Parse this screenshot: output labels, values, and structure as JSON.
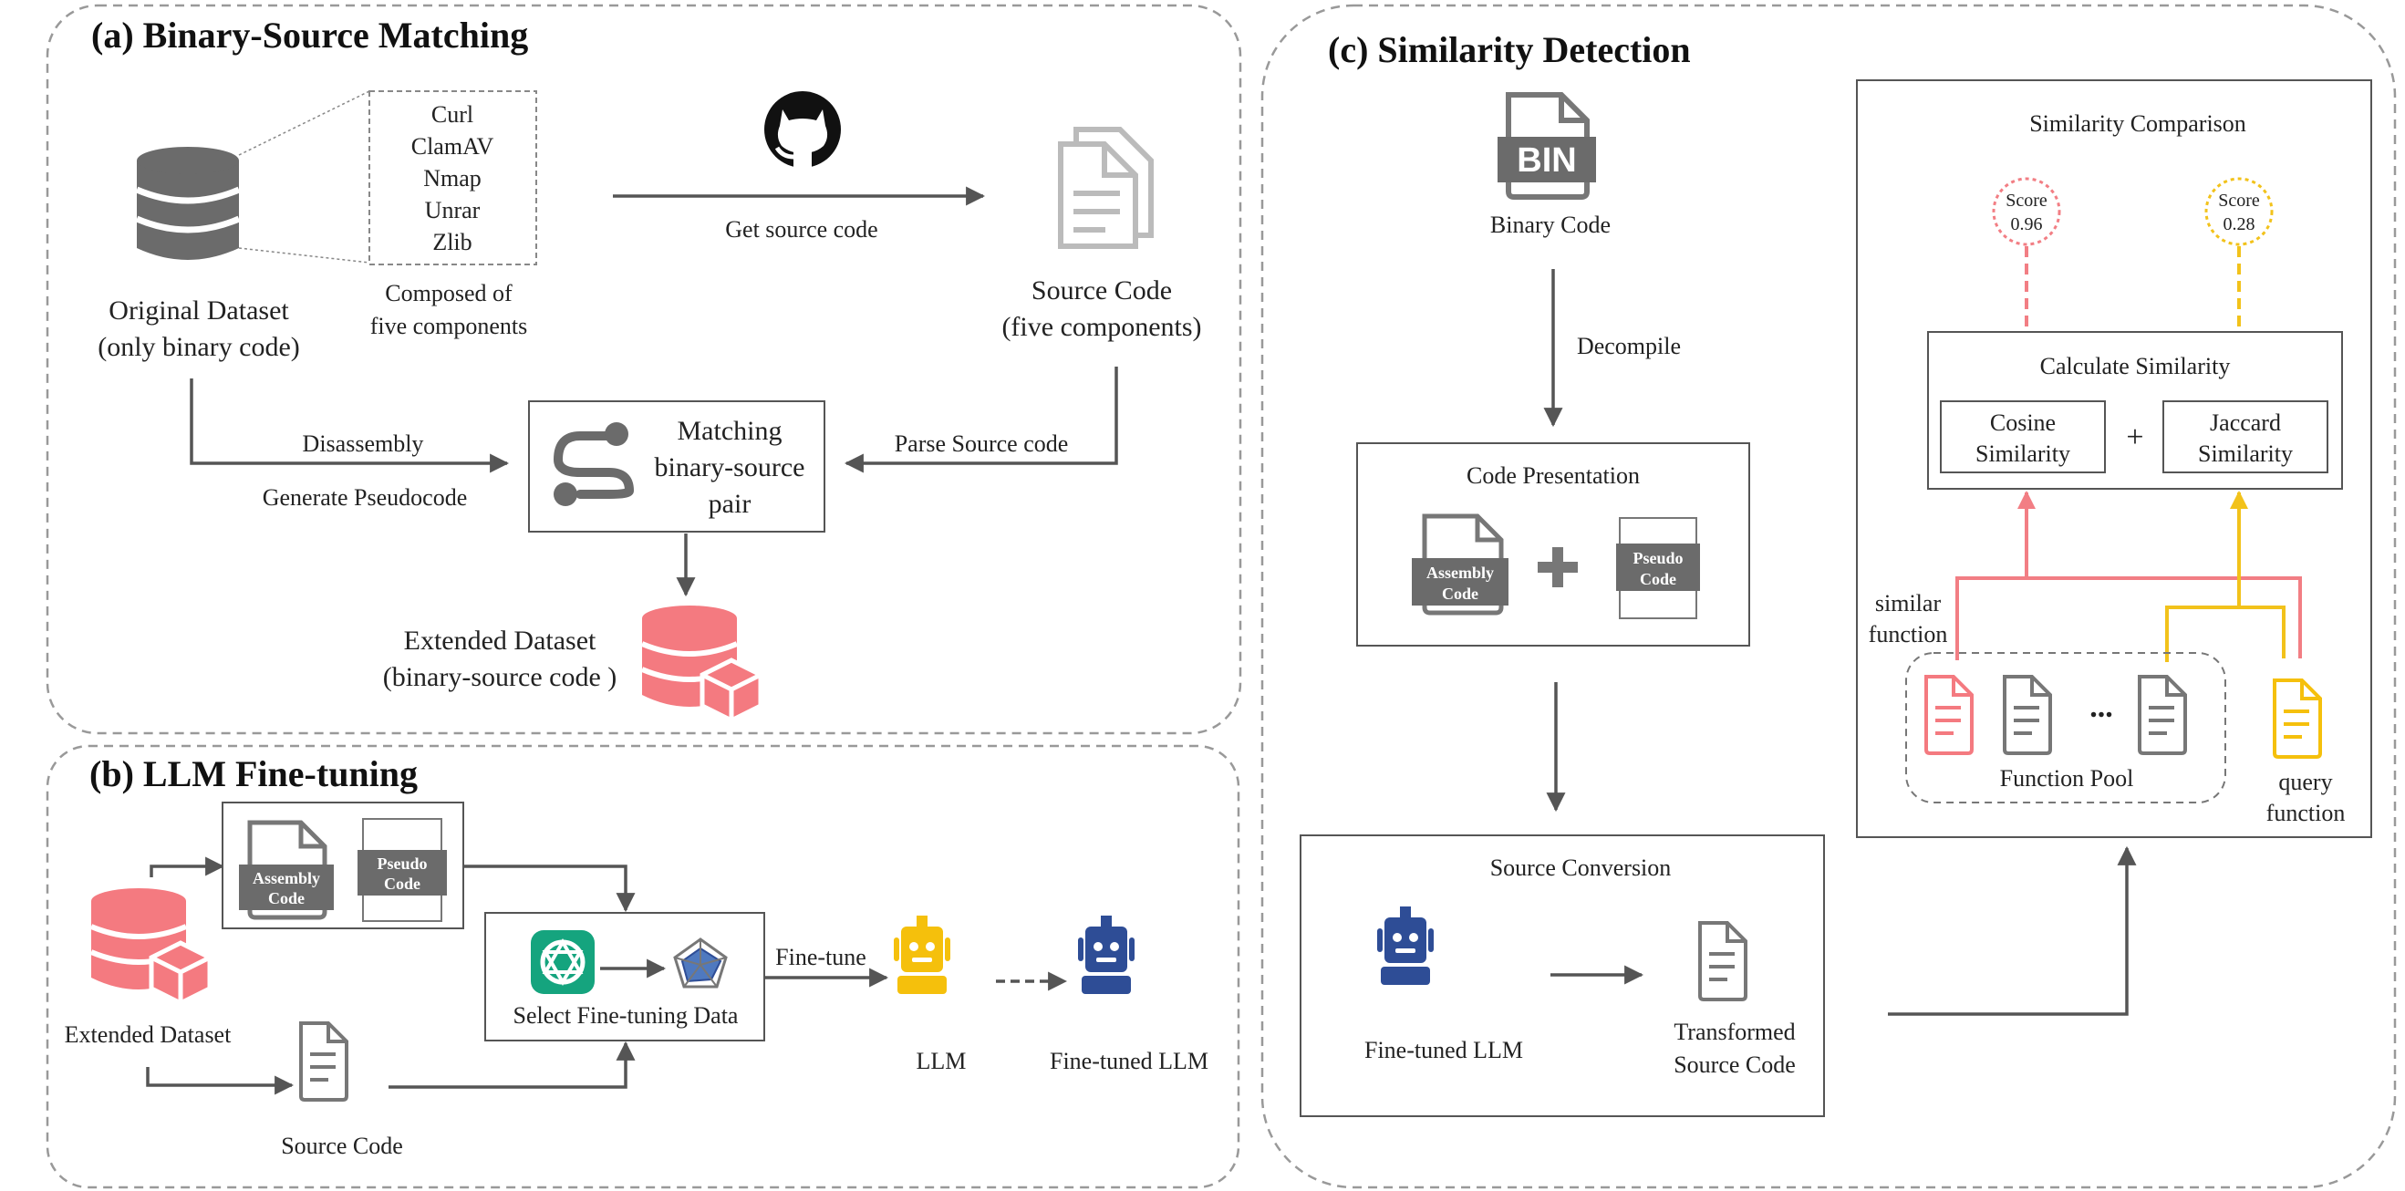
{
  "colors": {
    "accent_pink": "#f47a80",
    "accent_yellow": "#f5c00c",
    "accent_navy": "#2e4d96",
    "openai_green": "#15a47e",
    "gray_icon": "#6b6b6b",
    "line": "#555555"
  },
  "section_a": {
    "title": "(a) Binary-Source Matching",
    "components": [
      "Curl",
      "ClamAV",
      "Nmap",
      "Unrar",
      "Zlib"
    ],
    "components_caption_1": "Composed of",
    "components_caption_2": "five components",
    "original_dataset_1": "Original Dataset",
    "original_dataset_2": "(only binary code)",
    "get_source_label": "Get source code",
    "source_code_1": "Source Code",
    "source_code_2": "(five components)",
    "disassembly_label": "Disassembly",
    "pseudocode_label": "Generate Pseudocode",
    "parse_label": "Parse Source code",
    "matching_1": "Matching",
    "matching_2": "binary-source",
    "matching_3": "pair",
    "extended_1": "Extended Dataset",
    "extended_2": "(binary-source code )",
    "icons": [
      "database-icon",
      "github-icon",
      "documents-icon",
      "path-icon",
      "database-box-icon"
    ]
  },
  "section_b": {
    "title": "(b) LLM Fine-tuning",
    "extended_label": "Extended Dataset",
    "assembly_1": "Assembly",
    "assembly_2": "Code",
    "pseudo_1": "Pseudo",
    "pseudo_2": "Code",
    "source_label": "Source Code",
    "select_label": "Select Fine-tuning Data",
    "finetune_label": "Fine-tune",
    "llm_label": "LLM",
    "finetuned_label": "Fine-tuned LLM",
    "icons": [
      "openai-icon",
      "radar-chart-icon",
      "robot-icon"
    ]
  },
  "section_c": {
    "title": "(c) Similarity Detection",
    "bin_badge": "BIN",
    "binary_label": "Binary Code",
    "decompile_label": "Decompile",
    "code_presentation": "Code Presentation",
    "assembly_1": "Assembly",
    "assembly_2": "Code",
    "pseudo_1": "Pseudo",
    "pseudo_2": "Code",
    "source_conversion": "Source Conversion",
    "finetuned_label": "Fine-tuned LLM",
    "transformed_1": "Transformed",
    "transformed_2": "Source Code",
    "similarity_comparison": "Similarity Comparison",
    "score_word": "Score",
    "score_similar": "0.96",
    "score_query": "0.28",
    "calculate_similarity": "Calculate Similarity",
    "cosine_1": "Cosine",
    "cosine_2": "Similarity",
    "plus": "+",
    "jaccard_1": "Jaccard",
    "jaccard_2": "Similarity",
    "similar_1": "similar",
    "similar_2": "function",
    "ellipsis": "...",
    "function_pool": "Function Pool",
    "query_1": "query",
    "query_2": "function"
  }
}
